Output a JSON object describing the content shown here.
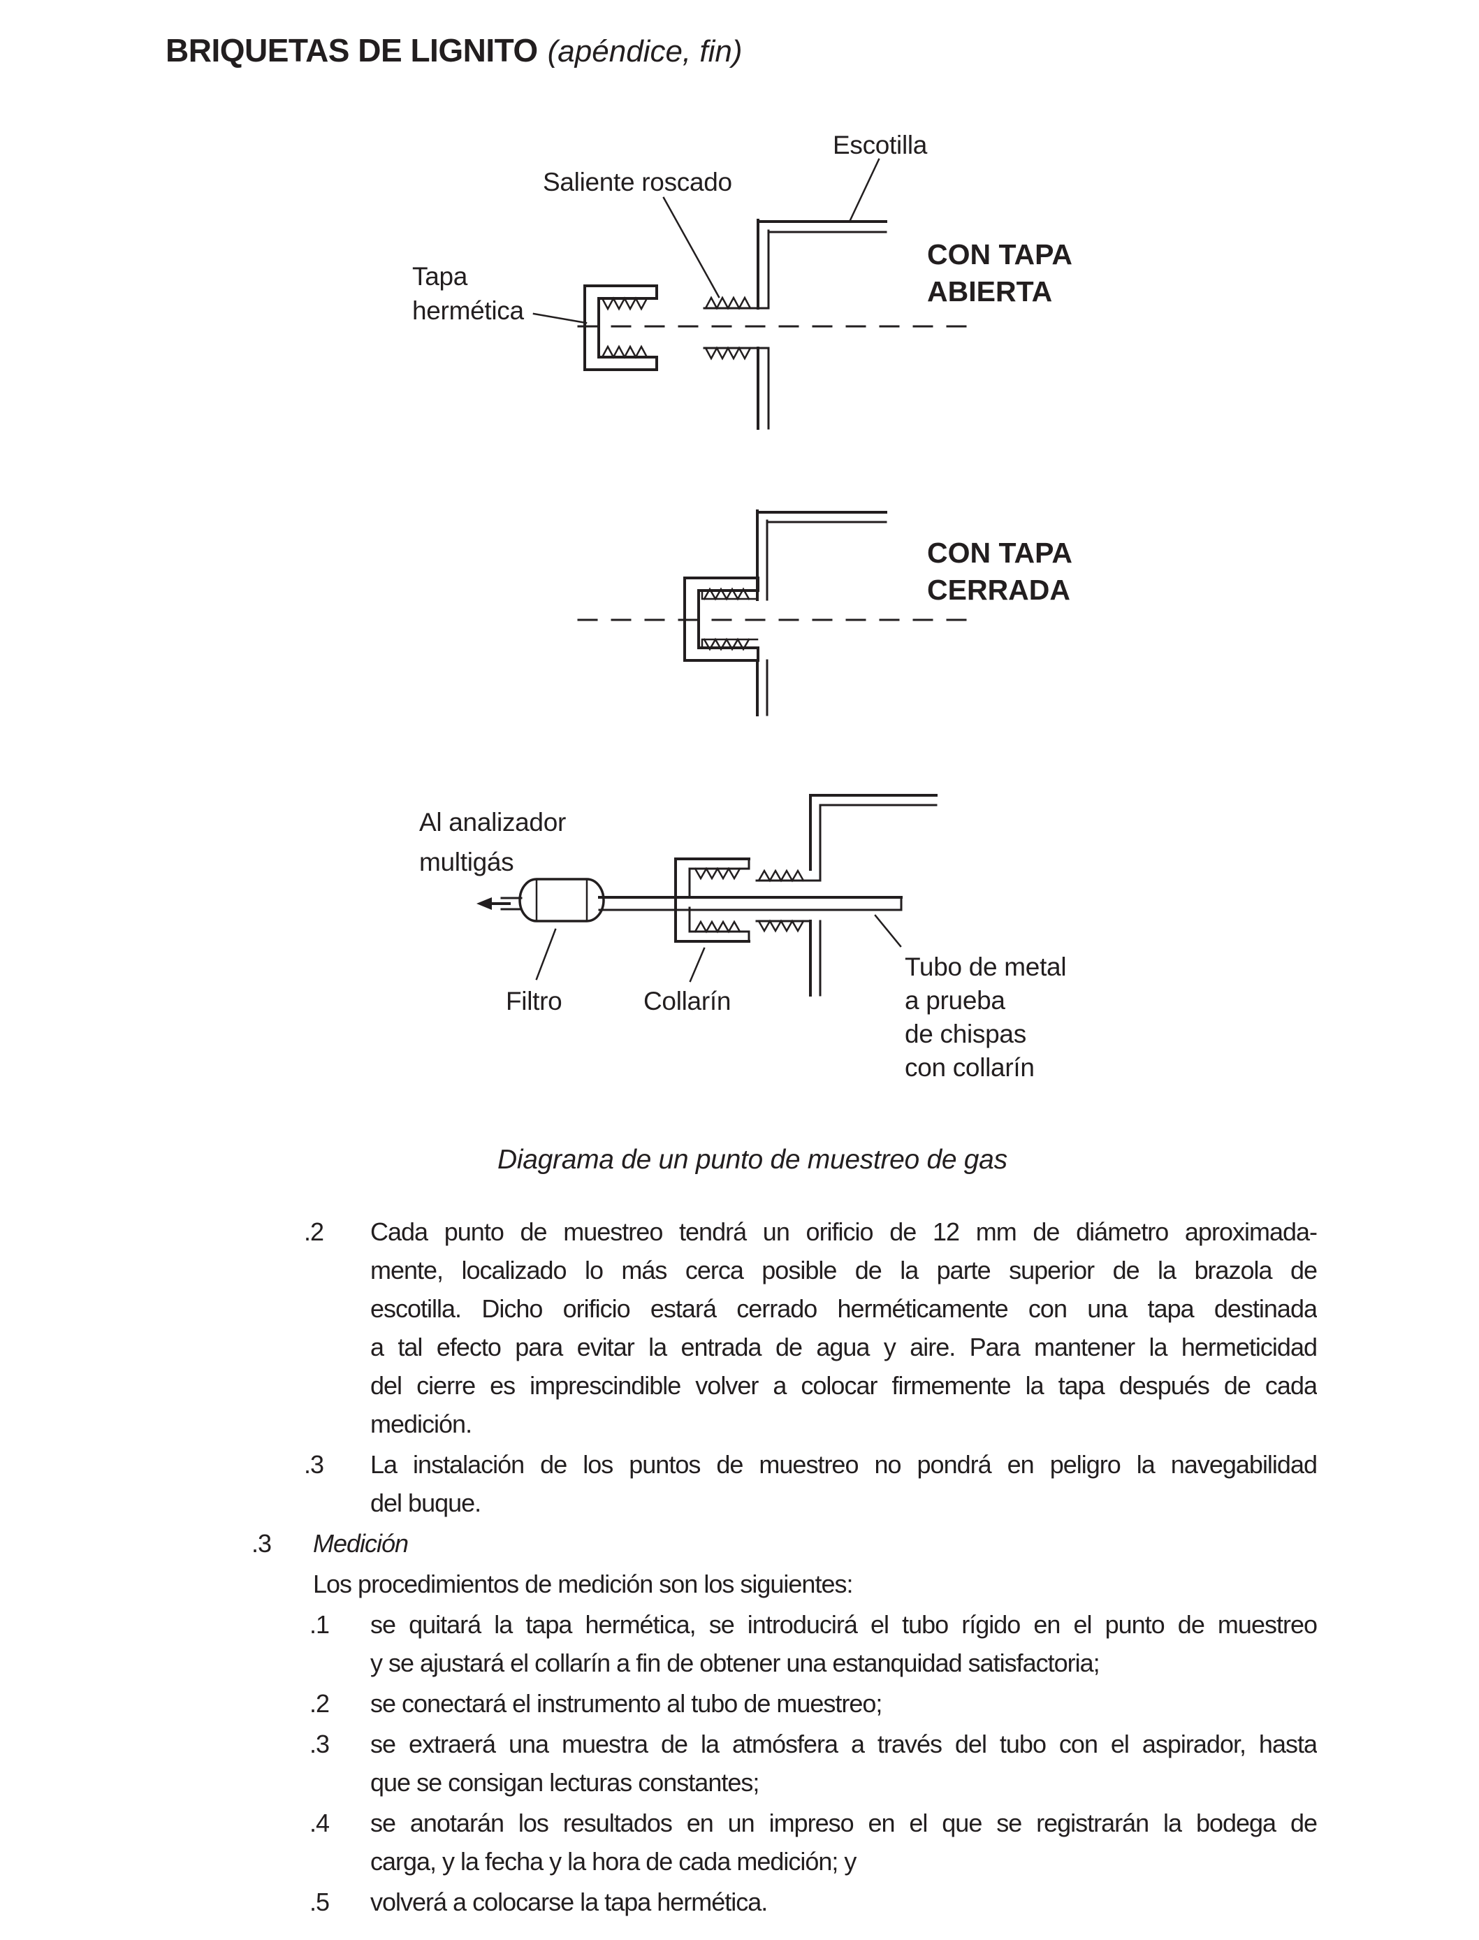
{
  "page": {
    "title_bold": "BRIQUETAS DE LIGNITO",
    "title_italic": "(apéndice, fin)"
  },
  "figure": {
    "caption": "Diagrama de un punto de muestreo de gas",
    "ink_color": "#221e1f",
    "open_view": {
      "escotilla": "Escotilla",
      "saliente_roscado": "Saliente roscado",
      "tapa_line1": "Tapa",
      "tapa_line2": "hermética",
      "label_line1": "CON TAPA",
      "label_line2": "ABIERTA"
    },
    "closed_view": {
      "label_line1": "CON TAPA",
      "label_line2": "CERRADA"
    },
    "sampling_view": {
      "analizador_line1": "Al analizador",
      "analizador_line2": "multigás",
      "filtro": "Filtro",
      "collarin": "Collarín",
      "tubo_line1": "Tubo de metal",
      "tubo_line2": "a prueba",
      "tubo_line3": "de chispas",
      "tubo_line4": "con collarín"
    }
  },
  "body": {
    "p2": {
      "marker": ".2",
      "lines": [
        "Cada punto de muestreo tendrá un orificio de 12 mm de diámetro aproximada-",
        "mente, localizado lo más cerca posible de la parte superior de la brazola de",
        "escotilla. Dicho orificio estará cerrado herméticamente con una tapa destinada",
        "a tal efecto para evitar la entrada de agua y aire. Para mantener la hermeticidad",
        "del cierre es imprescindible volver a colocar firmemente la tapa después de cada",
        "medición."
      ]
    },
    "p3": {
      "marker": ".3",
      "lines": [
        "La instalación de los puntos de muestreo no pondrá en peligro la navegabilidad",
        "del buque."
      ]
    },
    "medicion": {
      "marker": ".3",
      "text": "Medición"
    },
    "intro": "Los procedimientos de medición son los siguientes:",
    "s1": {
      "marker": ".1",
      "lines": [
        "se quitará la tapa hermética, se introducirá el tubo rígido en el punto de muestreo",
        "y se ajustará el collarín a fin de obtener una estanquidad satisfactoria;"
      ]
    },
    "s2": {
      "marker": ".2",
      "text": "se conectará el instrumento al tubo de muestreo;"
    },
    "s3": {
      "marker": ".3",
      "lines": [
        "se extraerá una muestra de la atmósfera a través del tubo con el aspirador, hasta",
        "que se consigan lecturas constantes;"
      ]
    },
    "s4": {
      "marker": ".4",
      "lines": [
        "se anotarán los resultados en un impreso en el que se registrarán la bodega de",
        "carga, y la fecha y la hora de cada medición; y"
      ]
    },
    "s5": {
      "marker": ".5",
      "text": "volverá a colocarse la tapa hermética."
    }
  }
}
